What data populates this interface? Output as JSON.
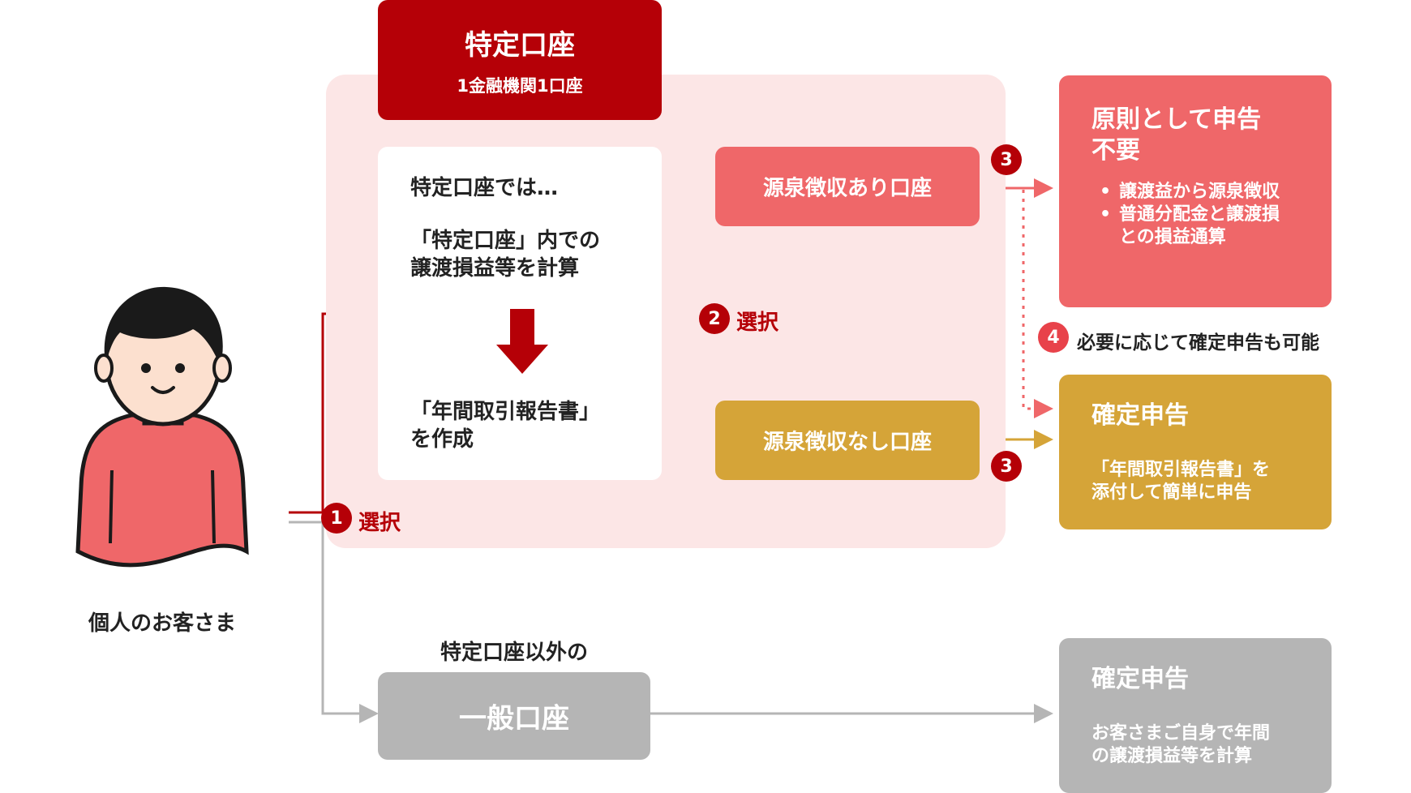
{
  "header": {
    "title": "特定口座",
    "subtitle": "1金融機関1口座"
  },
  "explanation": {
    "line1": "特定口座では…",
    "line2": "「特定口座」内での\n譲渡損益等を計算",
    "line3": "「年間取引報告書」\nを作成"
  },
  "accounts": {
    "withholding": "源泉徴収あり口座",
    "no_withholding": "源泉徴収なし口座",
    "general_caption": "特定口座以外の",
    "general": "一般口座"
  },
  "steps": {
    "step1": {
      "number": "1",
      "label": "選択"
    },
    "step2": {
      "number": "2",
      "label": "選択"
    },
    "step3": {
      "number": "3"
    },
    "step4": {
      "number": "4",
      "label": "必要に応じて確定申告も可能"
    }
  },
  "results": {
    "no_filing": {
      "title": "原則として申告\n不要",
      "bullets": [
        "譲渡益から源泉徴収",
        "普通分配金と譲渡損との損益通算"
      ]
    },
    "filing_gold": {
      "title": "確定申告",
      "desc": "「年間取引報告書」を\n添付して簡単に申告"
    },
    "filing_gray": {
      "title": "確定申告",
      "desc": "お客さまご自身で年間\nの譲渡損益等を計算"
    }
  },
  "person": {
    "label": "個人のお客さま"
  },
  "colors": {
    "dark_red": "#b50007",
    "coral": "#ef6769",
    "gold": "#d5a438",
    "gray": "#b5b5b5",
    "pink_bg": "#fce6e6",
    "step_red": "#e8424a"
  }
}
